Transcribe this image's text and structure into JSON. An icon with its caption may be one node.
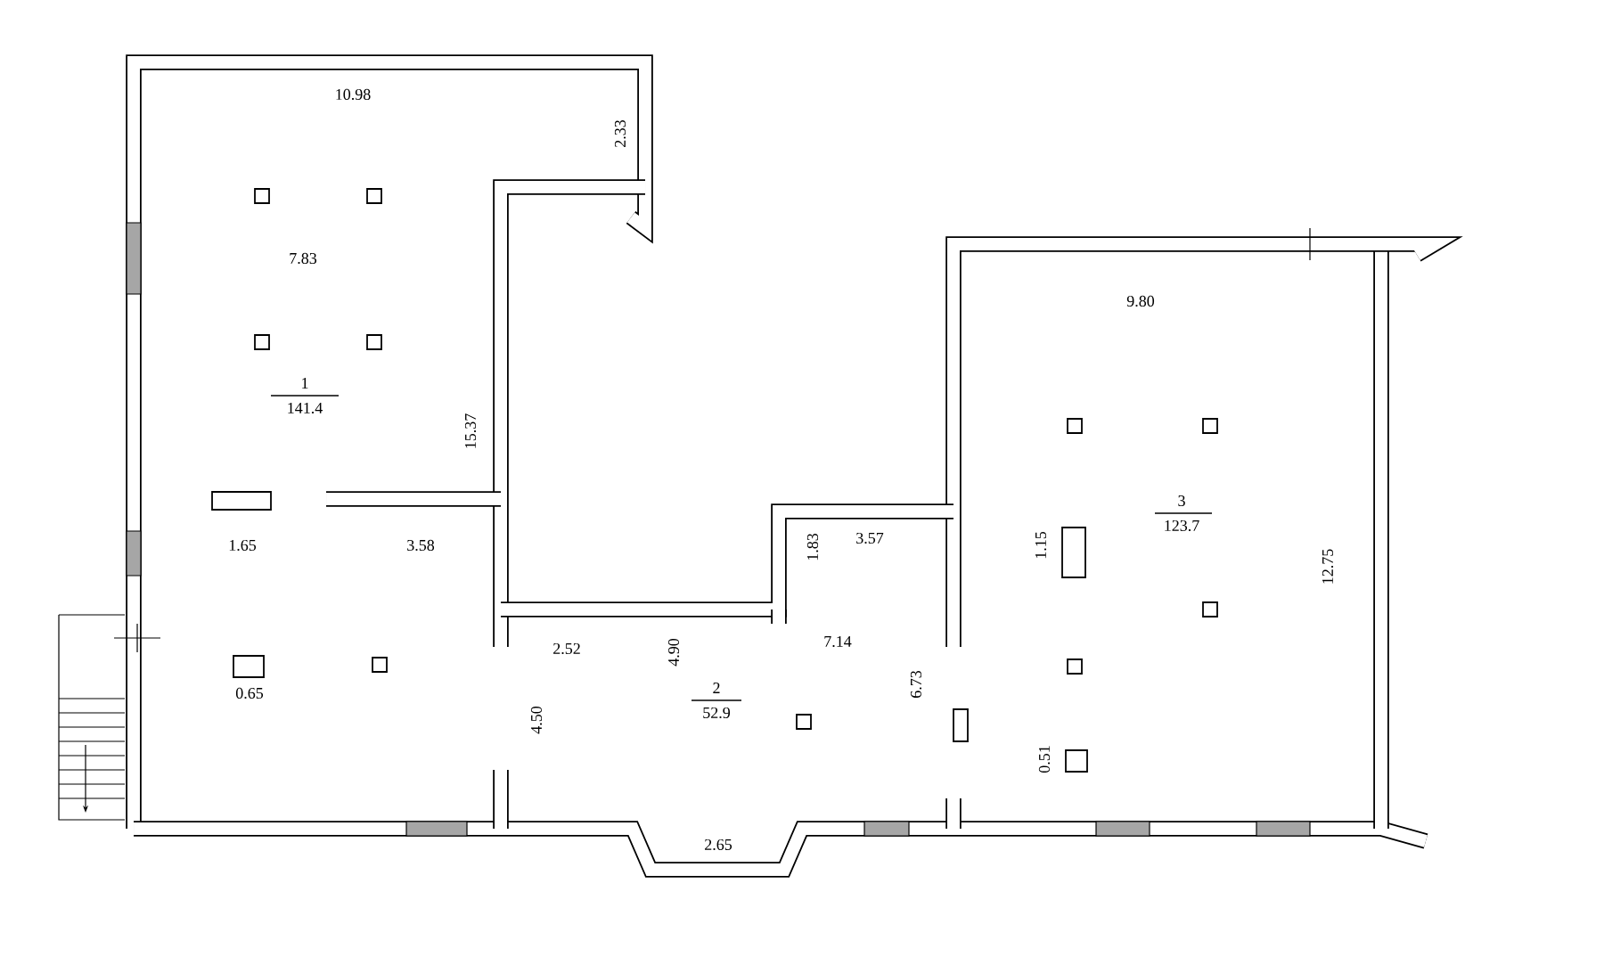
{
  "diagram": {
    "labels": [
      "10.98",
      "2.33",
      "7.83",
      "1",
      "9.80",
      "141.4",
      "15.37",
      "3",
      "123.7",
      "3.57",
      "1.65",
      "3.58",
      "1.15",
      "1.83",
      "12.75",
      "7.14",
      "2.52",
      "4.90",
      "6.73",
      "2",
      "0.65",
      "52.9",
      "4.50",
      "0.51",
      "2.65"
    ]
  }
}
